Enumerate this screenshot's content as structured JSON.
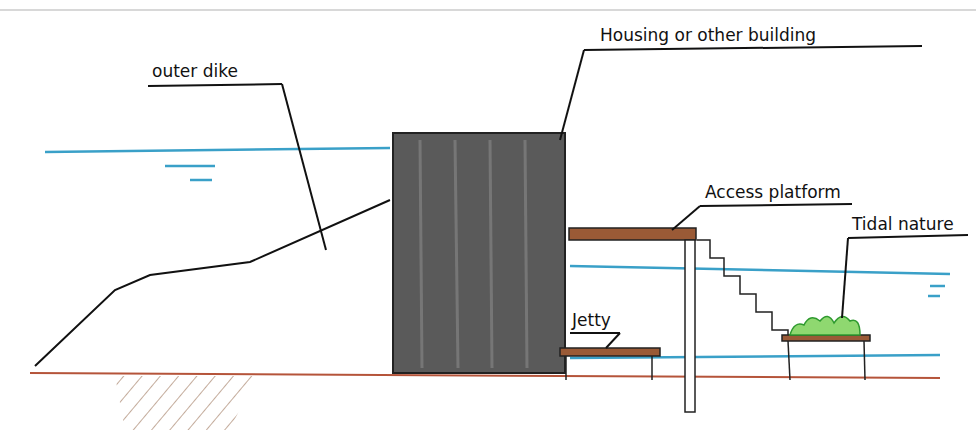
{
  "diagram": {
    "labels": [
      "outer dike",
      "Housing or other building",
      "Access platform",
      "Jetty",
      "Tidal nature"
    ]
  }
}
